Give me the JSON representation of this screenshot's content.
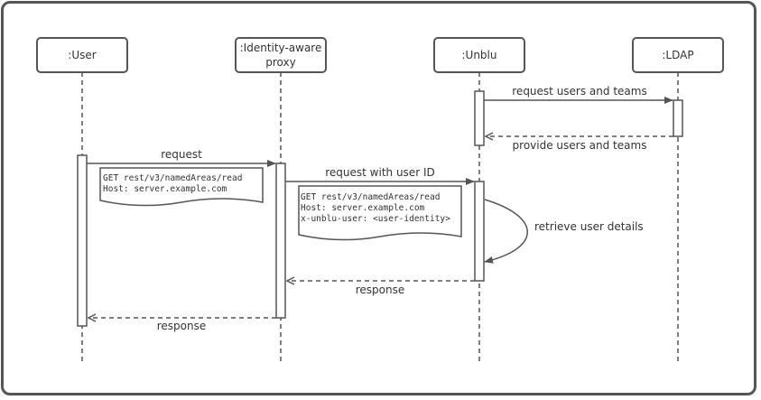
{
  "actors": [
    {
      "id": "user",
      "lines": [
        ":User"
      ]
    },
    {
      "id": "proxy",
      "lines": [
        ":Identity-aware",
        "proxy"
      ]
    },
    {
      "id": "unblu",
      "lines": [
        ":Unblu"
      ]
    },
    {
      "id": "ldap",
      "lines": [
        ":LDAP"
      ]
    }
  ],
  "messages": {
    "request_users_teams": "request users and teams",
    "provide_users_teams": "provide users and teams",
    "request": "request",
    "request_with_user_id": "request with user ID",
    "retrieve_user_details": "retrieve user details",
    "response_unblu": "response",
    "response_proxy": "response"
  },
  "notes": {
    "user_request": [
      "GET rest/v3/namedAreas/read",
      "Host: server.example.com"
    ],
    "proxy_request": [
      "GET rest/v3/namedAreas/read",
      "Host: server.example.com",
      "x-unblu-user: <user-identity>"
    ]
  },
  "colors": {
    "line": "#555555",
    "text": "#333333",
    "fill": "#ffffff"
  }
}
